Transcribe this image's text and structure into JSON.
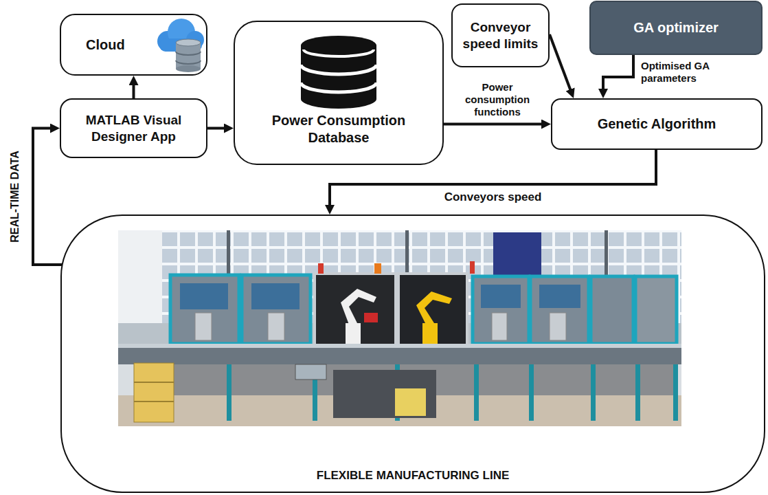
{
  "diagram": {
    "nodes": [
      {
        "text": [
          "Cloud"
        ]
      },
      {
        "text": [
          "Power Consumption Database"
        ]
      },
      {
        "text": [
          "Conveyor speed limits"
        ]
      },
      {
        "text": [
          "GA optimizer"
        ]
      },
      {
        "text": [
          "MATLAB Visual Designer App"
        ]
      },
      {
        "text": [
          "Genetic Algorithm"
        ]
      },
      {
        "text": [
          "FLEXIBLE MANUFACTURING LINE"
        ]
      }
    ],
    "edges": [
      {
        "from": 4,
        "to": 0,
        "arrow": "to"
      },
      {
        "from": 4,
        "to": 1,
        "arrow": "to"
      },
      {
        "from": 1,
        "to": 5,
        "label": "Power consumption functions",
        "arrow": "to"
      },
      {
        "from": 2,
        "to": 5,
        "arrow": "to"
      },
      {
        "from": 3,
        "to": 5,
        "label": "Optimised GA parameters",
        "arrow": "to"
      },
      {
        "from": 5,
        "to": 6,
        "label": "Conveyors speed",
        "arrow": "to"
      },
      {
        "from": 6,
        "to": 4,
        "label": "REAL-TIME DATA",
        "arrow": "to"
      }
    ]
  }
}
